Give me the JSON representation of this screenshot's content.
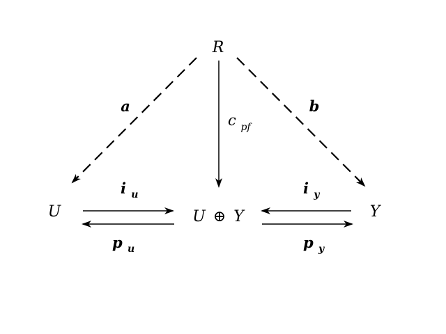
{
  "nodes": {
    "r": "R",
    "u": "U",
    "y": "Y",
    "sum_left": "U",
    "sum_op": "⊕",
    "sum_right": "Y"
  },
  "labels": {
    "a": "a",
    "b": "b",
    "c_main": "c",
    "c_sub": "pf",
    "iu_main": "i",
    "iu_sub": "u",
    "pu_main": "p",
    "pu_sub": "u",
    "iy_main": "i",
    "iy_sub": "y",
    "py_main": "p",
    "py_sub": "y"
  },
  "colors": {
    "ink": "#000000",
    "background": "#ffffff"
  }
}
